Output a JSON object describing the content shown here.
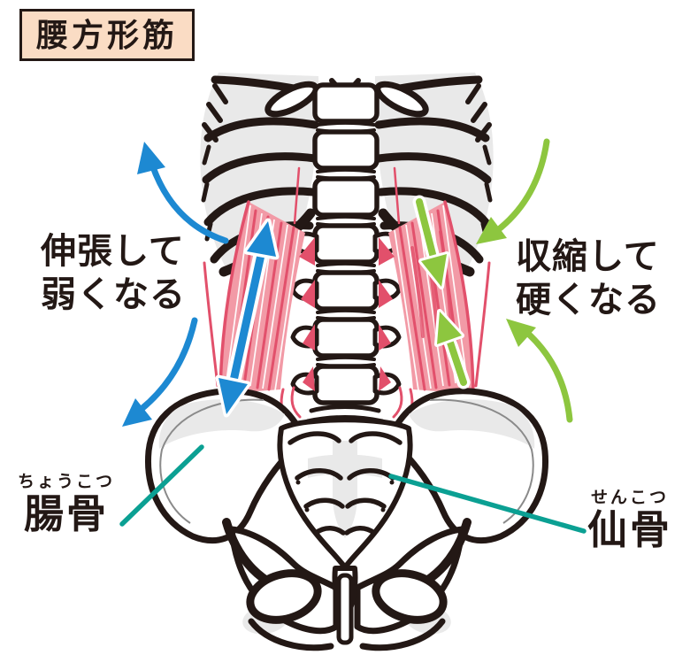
{
  "title": "腰方形筋",
  "annotations": {
    "stretch": {
      "line1": "伸張して",
      "line2": "弱くなる"
    },
    "contract": {
      "line1": "収縮して",
      "line2": "硬くなる"
    }
  },
  "labels": {
    "ilium": {
      "furigana": "ちょうこつ",
      "name": "腸骨"
    },
    "sacrum": {
      "furigana": "せんこつ",
      "name": "仙骨"
    }
  },
  "colors": {
    "title_background": "#FADCC4",
    "text_black": "#231815",
    "stretch_arrow_blue": "#1D89D2",
    "contract_arrow_green": "#8DC63F",
    "leader_line_teal": "#0BA093",
    "muscle_pink": "#F29AA6",
    "muscle_red": "#E2506B",
    "bone_outline": "#231815",
    "bone_shading": "#E9E9E9"
  }
}
